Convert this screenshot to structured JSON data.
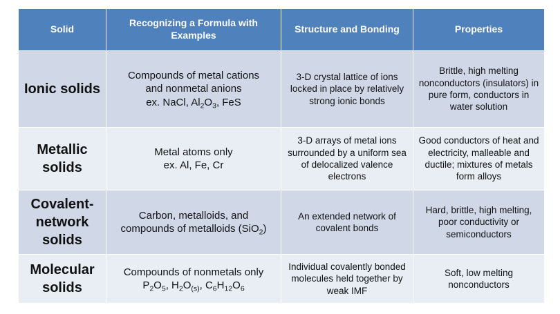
{
  "headers": {
    "solid": "Solid",
    "formula": "Recognizing a Formula with Examples",
    "structure": "Structure and Bonding",
    "properties": "Properties"
  },
  "rows": [
    {
      "name_lines": [
        "Ionic solids"
      ],
      "formula_lines": [
        [
          {
            "t": "Compounds of metal cations"
          }
        ],
        [
          {
            "t": "and nonmetal anions"
          }
        ],
        [
          {
            "t": "ex. NaCl, Al"
          },
          {
            "sub": "2"
          },
          {
            "t": "O"
          },
          {
            "sub": "3"
          },
          {
            "t": ", FeS"
          }
        ]
      ],
      "structure": "3-D crystal lattice of ions locked in place by relatively strong ionic bonds",
      "properties": "Brittle, high melting nonconductors (insulators) in pure form, conductors in water solution"
    },
    {
      "name_lines": [
        "Metallic",
        "solids"
      ],
      "formula_lines": [
        [
          {
            "t": "Metal atoms only"
          }
        ],
        [
          {
            "t": "ex. Al, Fe, Cr"
          }
        ]
      ],
      "structure": "3-D arrays of metal ions surrounded by a uniform sea of delocalized valence electrons",
      "properties": "Good conductors of heat and electricity, malleable and ductile; mixtures of metals form alloys"
    },
    {
      "name_lines": [
        "Covalent-",
        "network",
        "solids"
      ],
      "formula_lines": [
        [
          {
            "t": "Carbon, metalloids, and"
          }
        ],
        [
          {
            "t": "compounds of metalloids (SiO"
          },
          {
            "sub": "2"
          },
          {
            "t": ")"
          }
        ]
      ],
      "structure": "An extended network of covalent bonds",
      "properties": "Hard, brittle, high melting, poor conductivity or semiconductors"
    },
    {
      "name_lines": [
        "Molecular",
        "solids"
      ],
      "formula_lines": [
        [
          {
            "t": "Compounds of nonmetals only"
          }
        ],
        [
          {
            "t": "P"
          },
          {
            "sub": "2"
          },
          {
            "t": "O"
          },
          {
            "sub": "5"
          },
          {
            "t": ", H"
          },
          {
            "sub": "2"
          },
          {
            "t": "O"
          },
          {
            "sub": "(s)"
          },
          {
            "t": ", C"
          },
          {
            "sub": "6"
          },
          {
            "t": "H"
          },
          {
            "sub": "12"
          },
          {
            "t": "O"
          },
          {
            "sub": "6"
          }
        ]
      ],
      "structure": "Individual covalently bonded molecules held together by weak IMF",
      "properties": "Soft, low melting nonconductors"
    }
  ]
}
